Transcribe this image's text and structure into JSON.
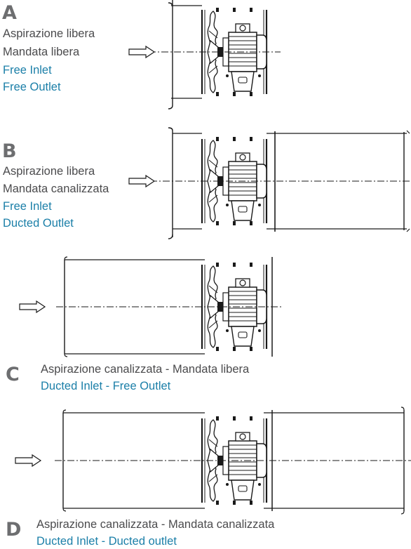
{
  "configs": [
    {
      "letter": "A",
      "italian_inlet": "Aspirazione libera",
      "italian_outlet": "Mandata libera",
      "english_inlet": "Free Inlet",
      "english_outlet": "Free Outlet"
    },
    {
      "letter": "B",
      "italian_inlet": "Aspirazione libera",
      "italian_outlet": "Mandata canalizzata",
      "english_inlet": "Free Inlet",
      "english_outlet": "Ducted Outlet"
    },
    {
      "letter": "C",
      "italian": "Aspirazione canalizzata - Mandata libera",
      "english": "Ducted Inlet - Free Outlet"
    },
    {
      "letter": "D",
      "italian": "Aspirazione canalizzata - Mandata canalizzata",
      "english": "Ducted Inlet - Ducted outlet"
    }
  ],
  "colors": {
    "letter": "#6d6e70",
    "italian": "#4b4b4d",
    "english": "#1b7fa8",
    "line": "#1a1a1a"
  }
}
